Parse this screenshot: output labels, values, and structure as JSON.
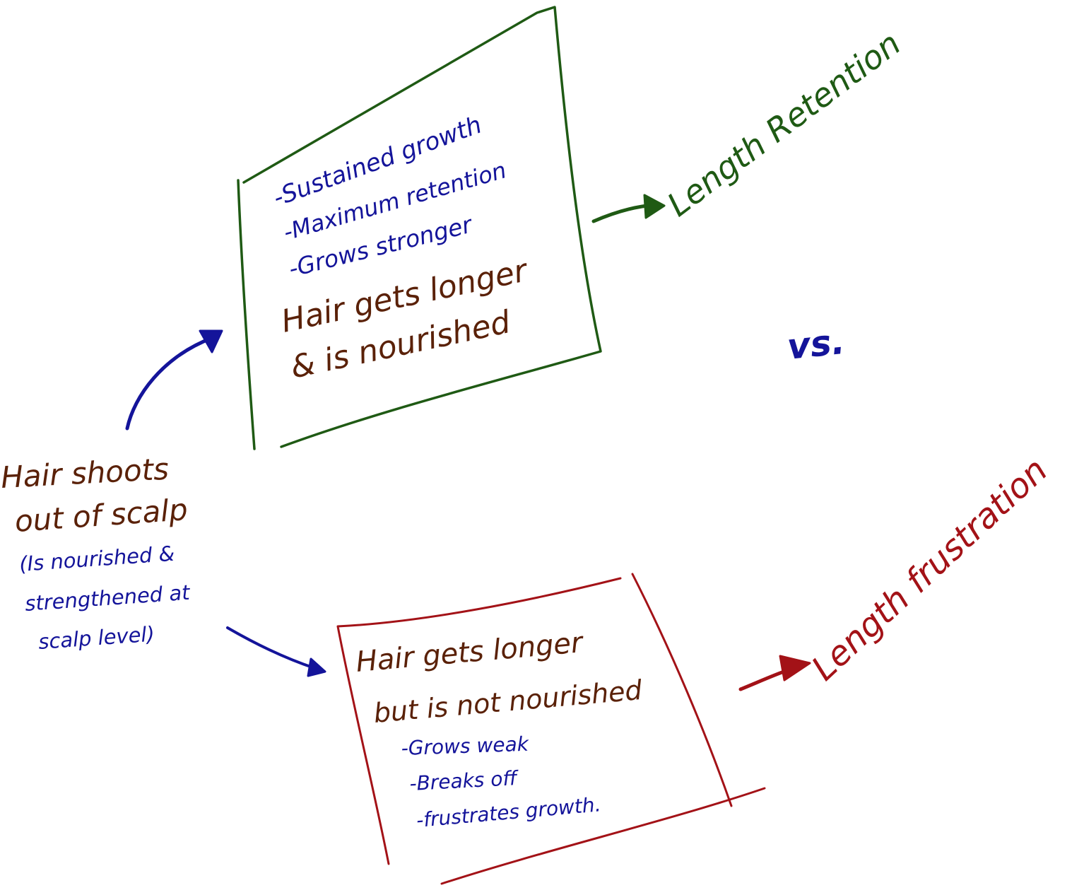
{
  "colors": {
    "green": "#1f5a14",
    "red": "#a31217",
    "blue": "#14149a",
    "brown": "#5a2108"
  },
  "source": {
    "title_lines": [
      "Hair shoots",
      "out of scalp"
    ],
    "note_lines": [
      "(Is nourished &",
      "strengthened at",
      "scalp level)"
    ]
  },
  "top_box": {
    "bullets": [
      "-Sustained growth",
      "-Maximum retention",
      "-Grows stronger"
    ],
    "summary_lines": [
      "Hair gets longer",
      "& is nourished"
    ]
  },
  "bottom_box": {
    "summary_lines": [
      "Hair gets longer",
      "but is not nourished"
    ],
    "bullets": [
      "-Grows weak",
      "-Breaks off",
      "-frustrates growth."
    ]
  },
  "outcomes": {
    "positive": "Length Retention",
    "negative": "Length frustration",
    "versus": "vs."
  }
}
